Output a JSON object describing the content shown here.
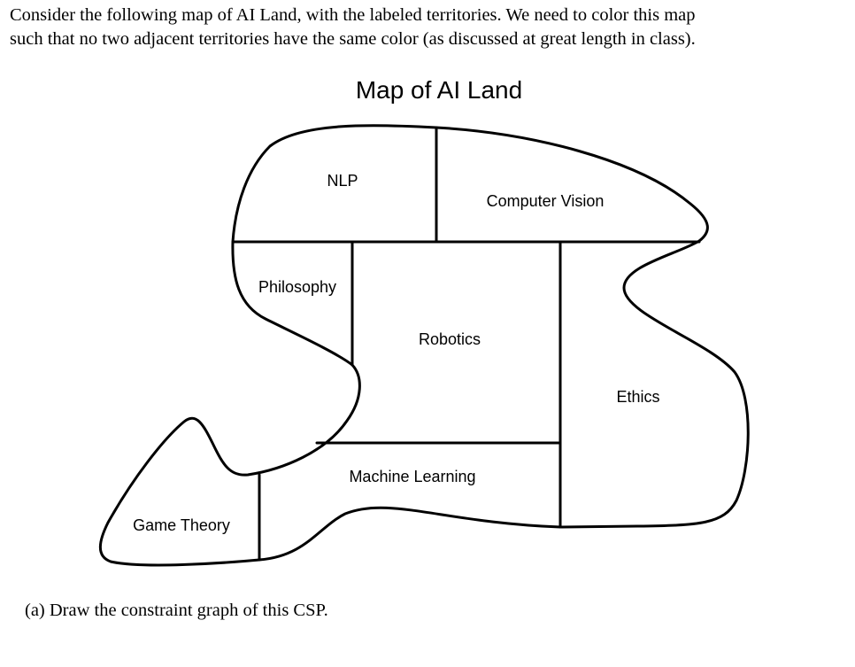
{
  "problem": {
    "intro_line1": "Consider the following map of AI Land, with the labeled territories.  We need to color this map",
    "intro_line2": "such that no two adjacent territories have the same color (as discussed at great length in class).",
    "question_a": "(a)  Draw the constraint graph of this CSP."
  },
  "map": {
    "title": "Map of AI Land",
    "territories": {
      "nlp": "NLP",
      "computer_vision": "Computer Vision",
      "philosophy": "Philosophy",
      "robotics": "Robotics",
      "ethics": "Ethics",
      "machine_learning": "Machine Learning",
      "game_theory": "Game Theory"
    }
  }
}
